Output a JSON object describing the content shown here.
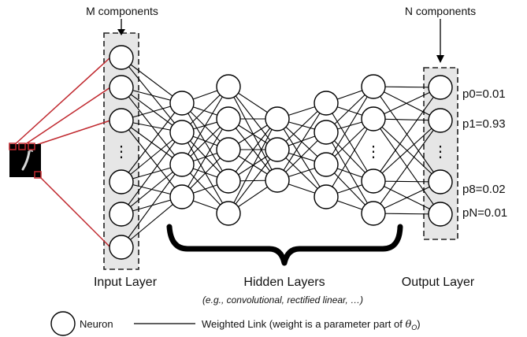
{
  "labels": {
    "input_components": "M components",
    "output_components": "N components",
    "input_layer": "Input Layer",
    "hidden_layers": "Hidden Layers",
    "hidden_note": "(e.g., convolutional, rectified linear, …)",
    "output_layer": "Output Layer"
  },
  "outputs": [
    "p0=0.01",
    "p1=0.93",
    "p8=0.02",
    "pN=0.01"
  ],
  "legend": {
    "neuron": "Neuron",
    "link_prefix": "Weighted Link  (weight is a parameter part of ",
    "link_theta": "θ",
    "link_sub": "O",
    "link_suffix": ")"
  },
  "ellipsis": "⋮",
  "colors": {
    "red": "#c0282e",
    "layer_fill": "#e6e6e6",
    "line": "#000000"
  },
  "icons": {
    "input_image": "handwritten-digit-image",
    "neuron": "circle",
    "link": "line"
  }
}
